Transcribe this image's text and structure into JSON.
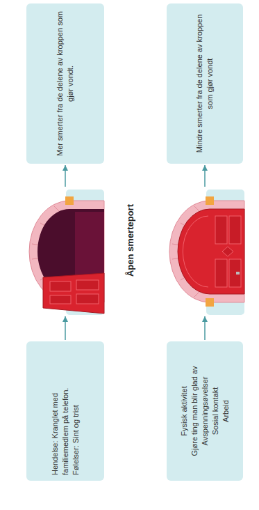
{
  "diagram": {
    "nodes": [
      {
        "text": [
          "Hendelse: Kranglet med familiemedlem på telefon.",
          "Følelser: Sint og trist"
        ]
      },
      {
        "text": [
          "Åpen smerteport"
        ]
      },
      {
        "text": [
          "Mer smerter fra de delene av kroppen som gjør vondt."
        ]
      },
      {
        "text": [
          "Fysisk aktivitet",
          "Gjøre ting man blir glad av",
          "Avspenningsøvelser",
          "Sosial kontakt",
          "Arbeid"
        ]
      },
      {
        "text": []
      },
      {
        "text": [
          "Mindre smerter fra de delene av kroppen som gjør vondt"
        ]
      }
    ],
    "edges": [
      {
        "from": 0,
        "to": 1,
        "arrow": "to"
      },
      {
        "from": 1,
        "to": 2,
        "arrow": "to"
      },
      {
        "from": 3,
        "to": 4,
        "arrow": "to"
      },
      {
        "from": 4,
        "to": 5,
        "arrow": "to"
      }
    ]
  }
}
